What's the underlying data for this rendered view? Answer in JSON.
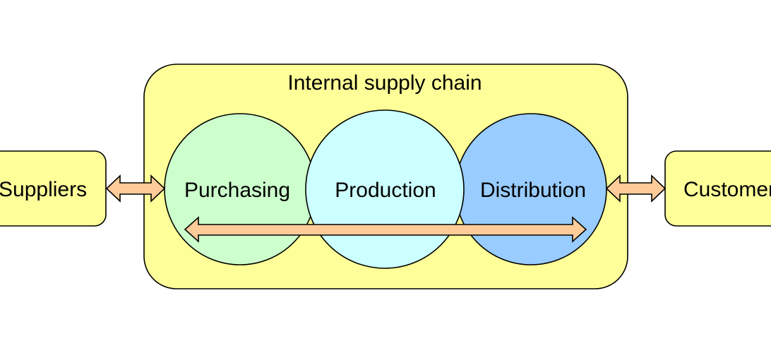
{
  "colors": {
    "container_fill": "#ffff99",
    "purchasing_fill": "#ccffcc",
    "production_fill": "#ccffff",
    "distribution_fill": "#99ccff",
    "arrow_fill": "#ffcc99",
    "outline": "#000000"
  },
  "container": {
    "title": "Internal supply chain"
  },
  "stages": {
    "purchasing": "Purchasing",
    "production": "Production",
    "distribution": "Distribution"
  },
  "external": {
    "suppliers": "Suppliers",
    "customers": "Customers"
  }
}
